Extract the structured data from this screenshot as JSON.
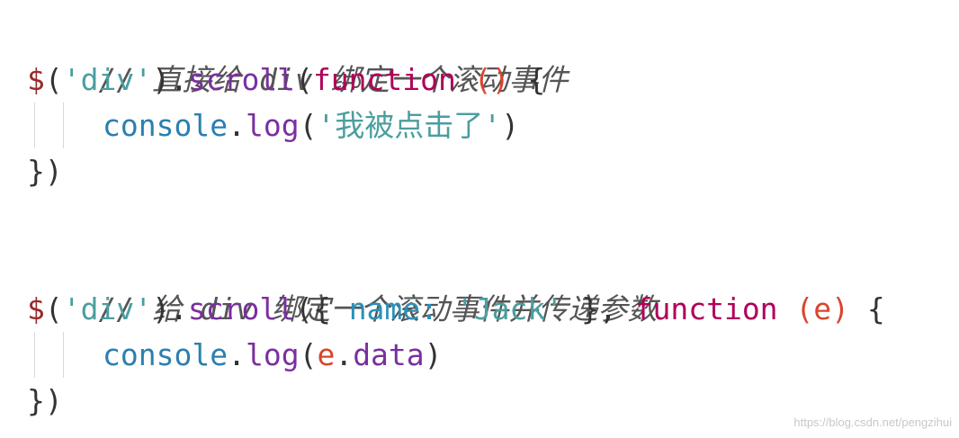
{
  "code": {
    "line1": {
      "comment": "// 直接给 div 绑定一个滚动事件"
    },
    "line2": {
      "jq": "$",
      "open1": "(",
      "selector": "'div'",
      "close1": ")",
      "dot": ".",
      "method": "scroll",
      "open2": "(",
      "keyword": "function",
      "space": " ",
      "params": "()",
      "brace": " {"
    },
    "line3": {
      "object": "console",
      "dot": ".",
      "method": "log",
      "open": "(",
      "arg": "'我被点击了'",
      "close": ")"
    },
    "line4": {
      "text": "})"
    },
    "line5": {
      "comment": "// 给 div 绑定一个滚动事件并传递参数"
    },
    "line6": {
      "jq": "$",
      "open1": "(",
      "selector": "'div'",
      "close1": ")",
      "dot": ".",
      "method": "scroll",
      "open2": "(",
      "obj_open": "{ ",
      "key": "name:",
      "space1": " ",
      "value": "'Jack'",
      "obj_close": " },",
      "space2": " ",
      "keyword": "function",
      "space3": " ",
      "params": "(e)",
      "brace": " {"
    },
    "line7": {
      "object": "console",
      "dot": ".",
      "method": "log",
      "open": "(",
      "argobj": "e",
      "argdot": ".",
      "argprop": "data",
      "close": ")"
    },
    "line8": {
      "text": "})"
    }
  },
  "watermark": "https://blog.csdn.net/pengzihui"
}
